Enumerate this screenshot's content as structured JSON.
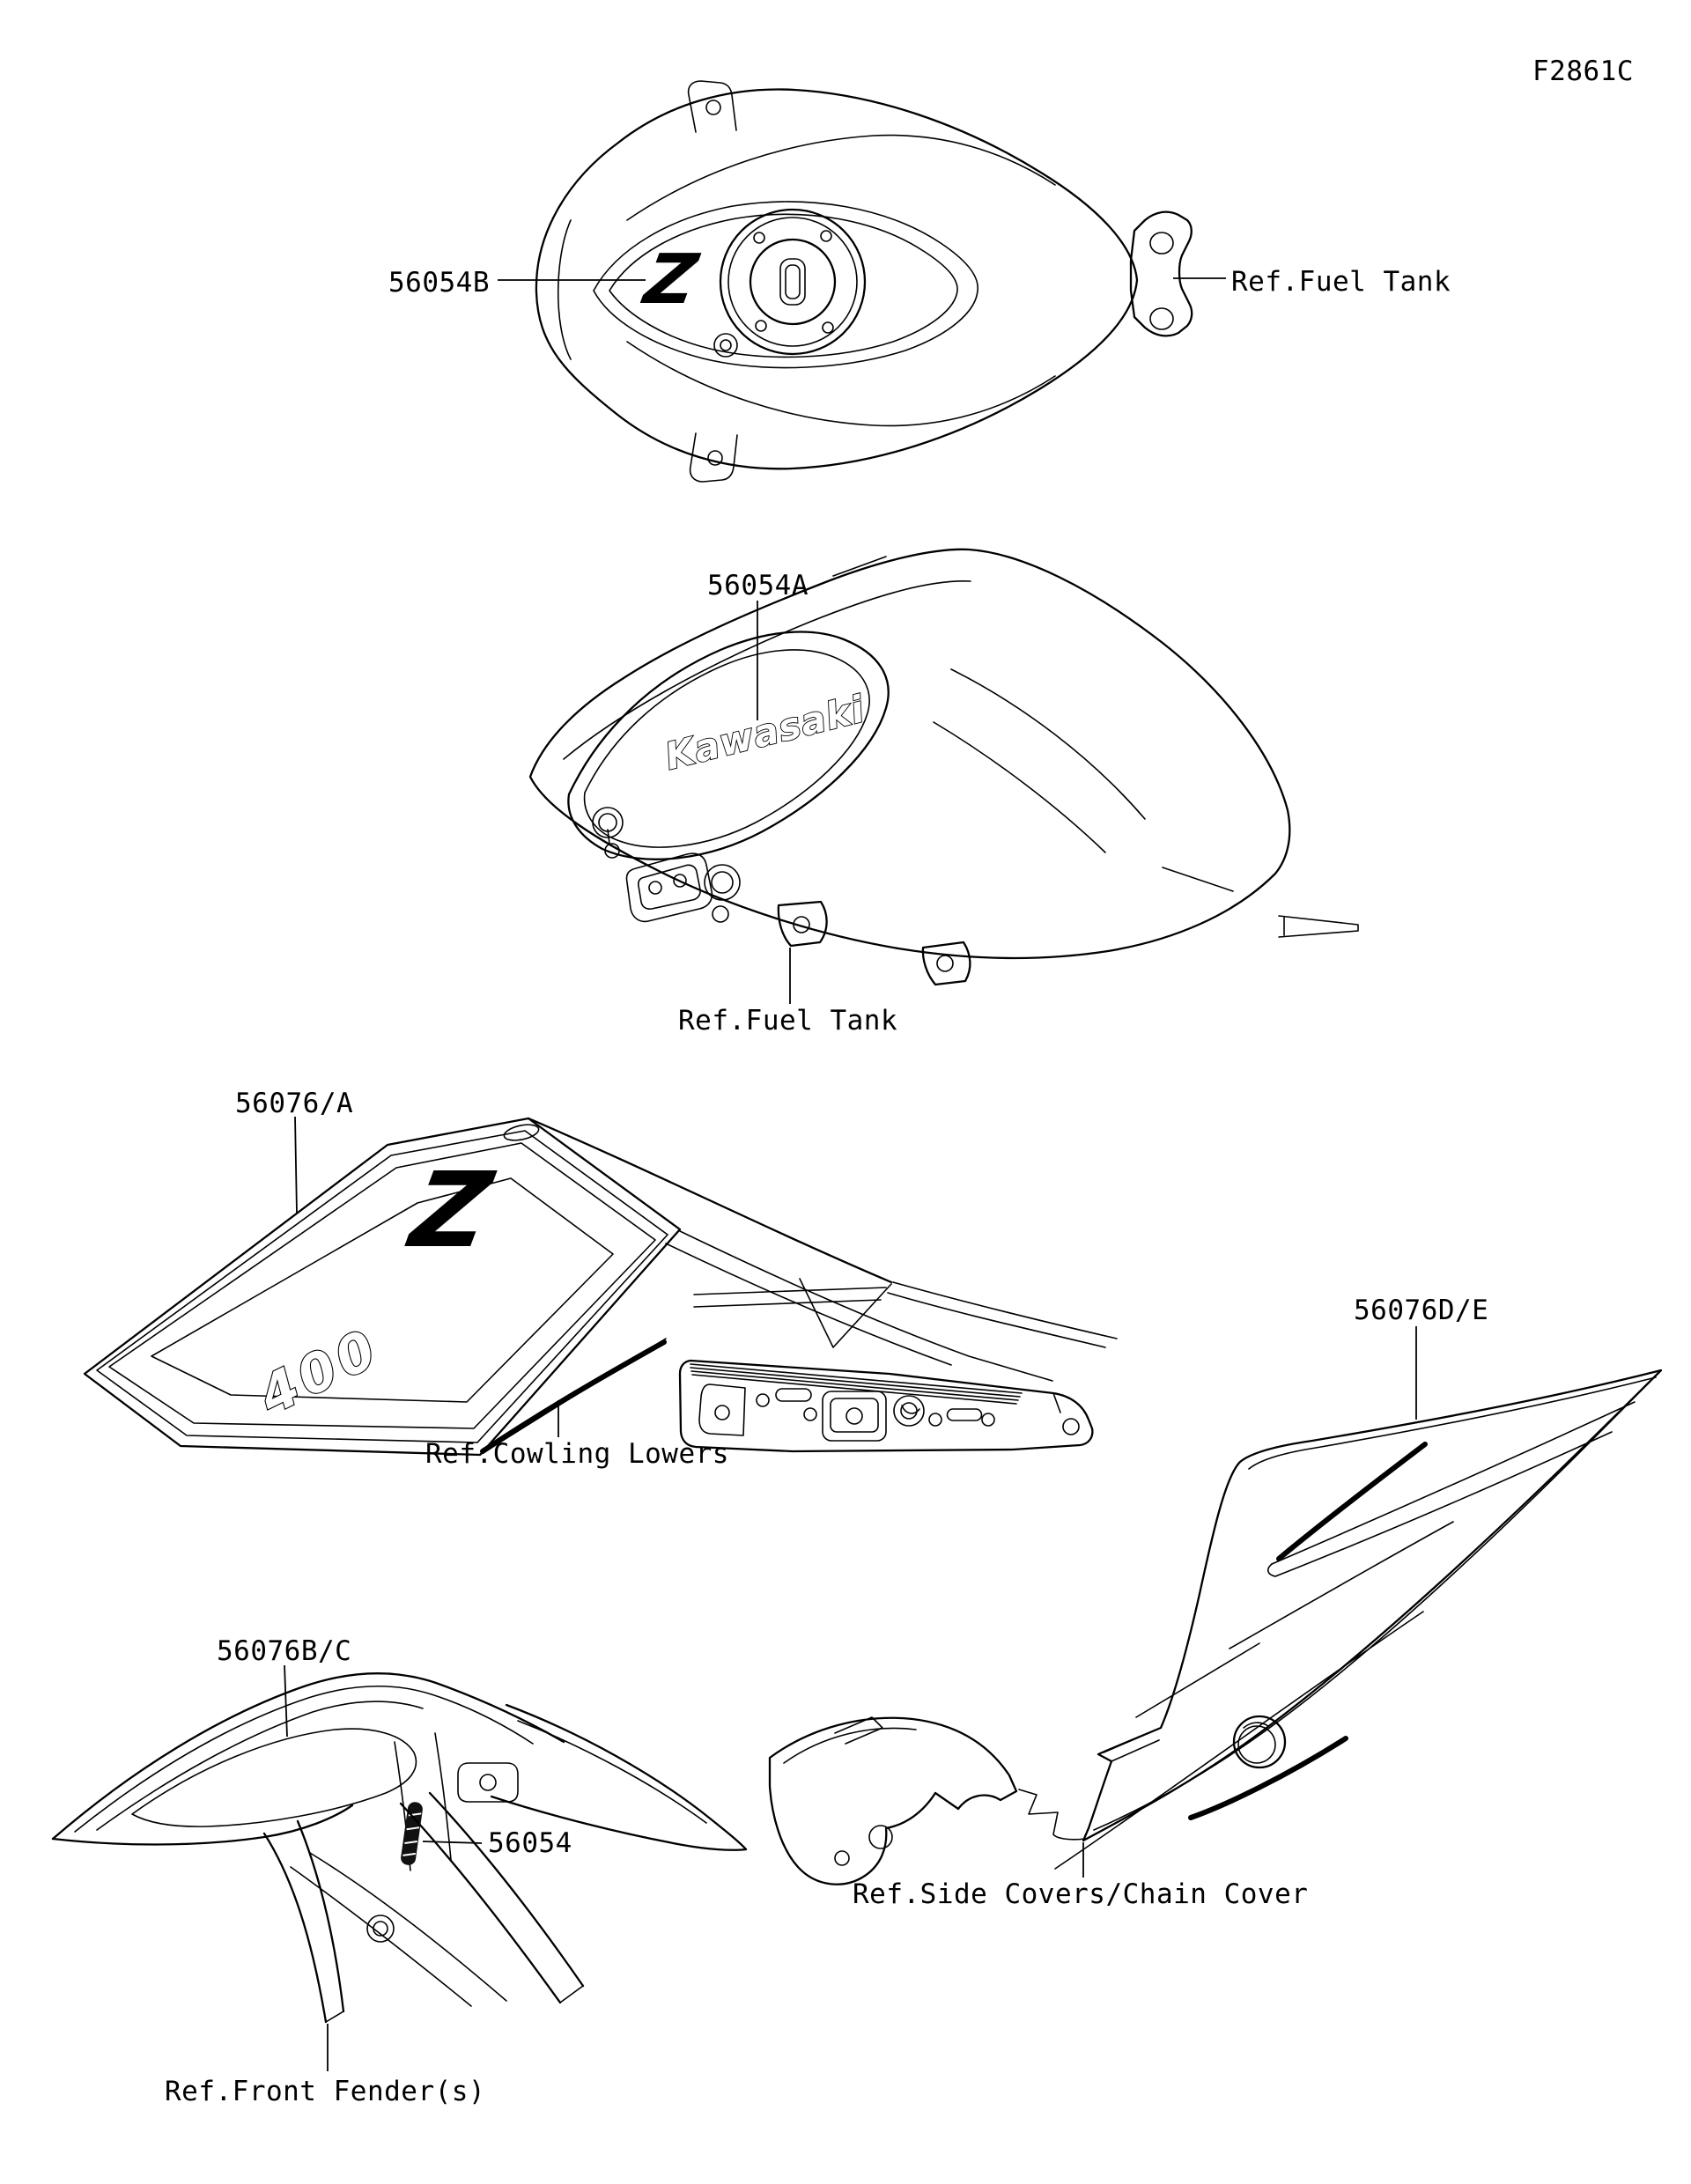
{
  "page": {
    "code": "F2861C",
    "background_color": "#ffffff",
    "line_color": "#000000"
  },
  "sections": {
    "tank_top": {
      "part": "56054B",
      "ref": "Ref.Fuel Tank",
      "decal": "Z"
    },
    "tank_side": {
      "part": "56054A",
      "ref": "Ref.Fuel Tank",
      "decal": "Kawasaki"
    },
    "cowling": {
      "part": "56076/A",
      "ref": "Ref.Cowling Lowers",
      "decal_z": "Z",
      "decal_400": "400"
    },
    "side_cover": {
      "part": "56076D/E",
      "ref": "Ref.Side Covers/Chain Cover"
    },
    "front_fender": {
      "part": "56076B/C",
      "decal_part": "56054",
      "ref": "Ref.Front Fender(s)"
    }
  }
}
